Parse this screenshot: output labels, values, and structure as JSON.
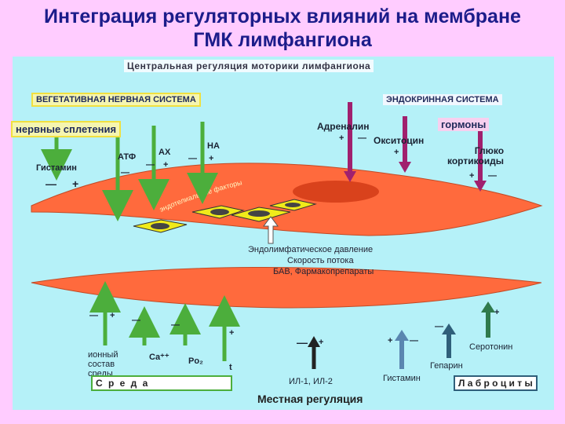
{
  "title_line1": "Интеграция регуляторных влияний на мембране",
  "title_line2": "ГМК лимфангиона",
  "central_regulation": "Центральная регуляция моторики лимфангиона",
  "vns": "ВЕГЕТАТИВНАЯ НЕРВНАЯ СИСТЕМА",
  "endocrine": "ЭНДОКРИННАЯ СИСТЕМА",
  "plexus": "нервные сплетения",
  "histamine_top": "Гистамин",
  "atp": "АТФ",
  "ach": "АХ",
  "na": "НА",
  "adrenaline": "Адреналин",
  "oxytocin": "Окситоцин",
  "hormones": "гормоны",
  "glucocorticoids": "Глюко\nкортикоиды",
  "endothelial_factors": "эндотелиальные факторы",
  "pressure": "Эндолимфатическое давление",
  "flow_speed": "Скорость потока",
  "bav": "БАВ, Фармакопрепараты",
  "ionic": "ионный\nсостав\nсреды",
  "ca": "Ca⁺⁺",
  "po2": "Po₂",
  "t": "t",
  "il": "ИЛ-1, ИЛ-2",
  "histamine_bottom": "Гистамин",
  "heparin": "Гепарин",
  "serotonin": "Серотонин",
  "environment": "С  р  е  д  а",
  "labrocytes": "Л а б р о ц и т ы",
  "local_regulation": "Местная регуляция",
  "plus": "+",
  "minus": "—",
  "colors": {
    "panel": "#b5f1f8",
    "muscle": "#ff6a3d",
    "green": "#4cae3c",
    "purple": "#a0206e",
    "yellow": "#f0ea1a"
  }
}
